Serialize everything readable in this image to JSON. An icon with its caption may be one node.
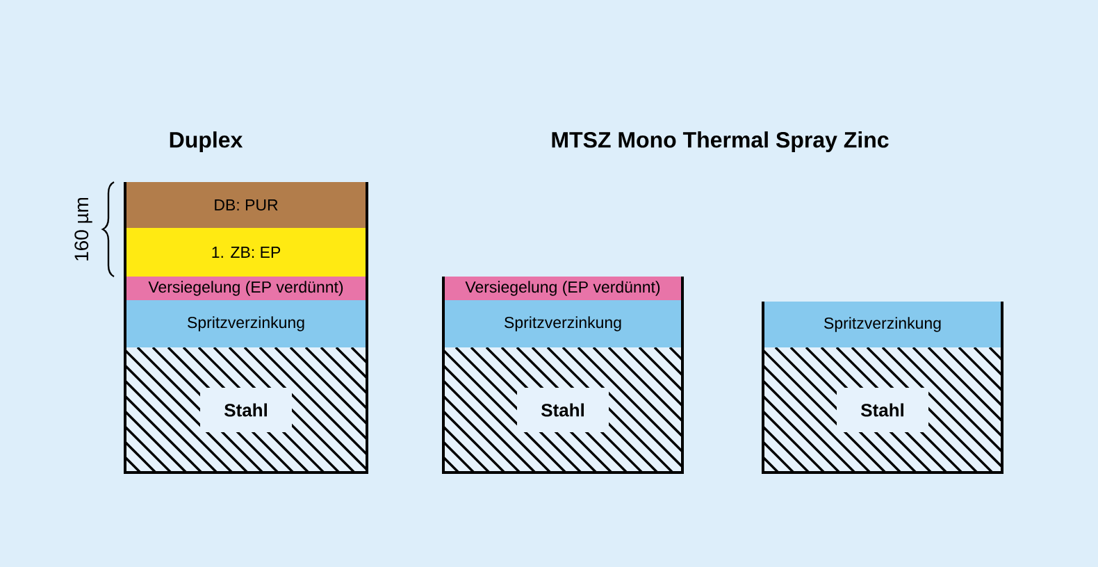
{
  "diagram": {
    "nodes": [
      {
        "text": [
          "DB: PUR"
        ]
      },
      {
        "text": [
          "1. ZB: EP"
        ]
      },
      {
        "text": [
          "Versiegelung (EP verdünnt)"
        ]
      },
      {
        "text": [
          "Spritzverzinkung"
        ]
      },
      {
        "text": [
          "Stahl"
        ]
      },
      {
        "text": [
          "Versiegelung (EP verdünnt)"
        ]
      },
      {
        "text": [
          "Spritzverzinkung"
        ]
      },
      {
        "text": [
          "Stahl"
        ]
      },
      {
        "text": [
          "Spritzverzinkung"
        ]
      },
      {
        "text": [
          "Stahl"
        ]
      }
    ],
    "edges": [],
    "labels": [
      "Duplex",
      "MTSZ Mono Thermal Spray Zinc",
      "160 µm"
    ]
  }
}
